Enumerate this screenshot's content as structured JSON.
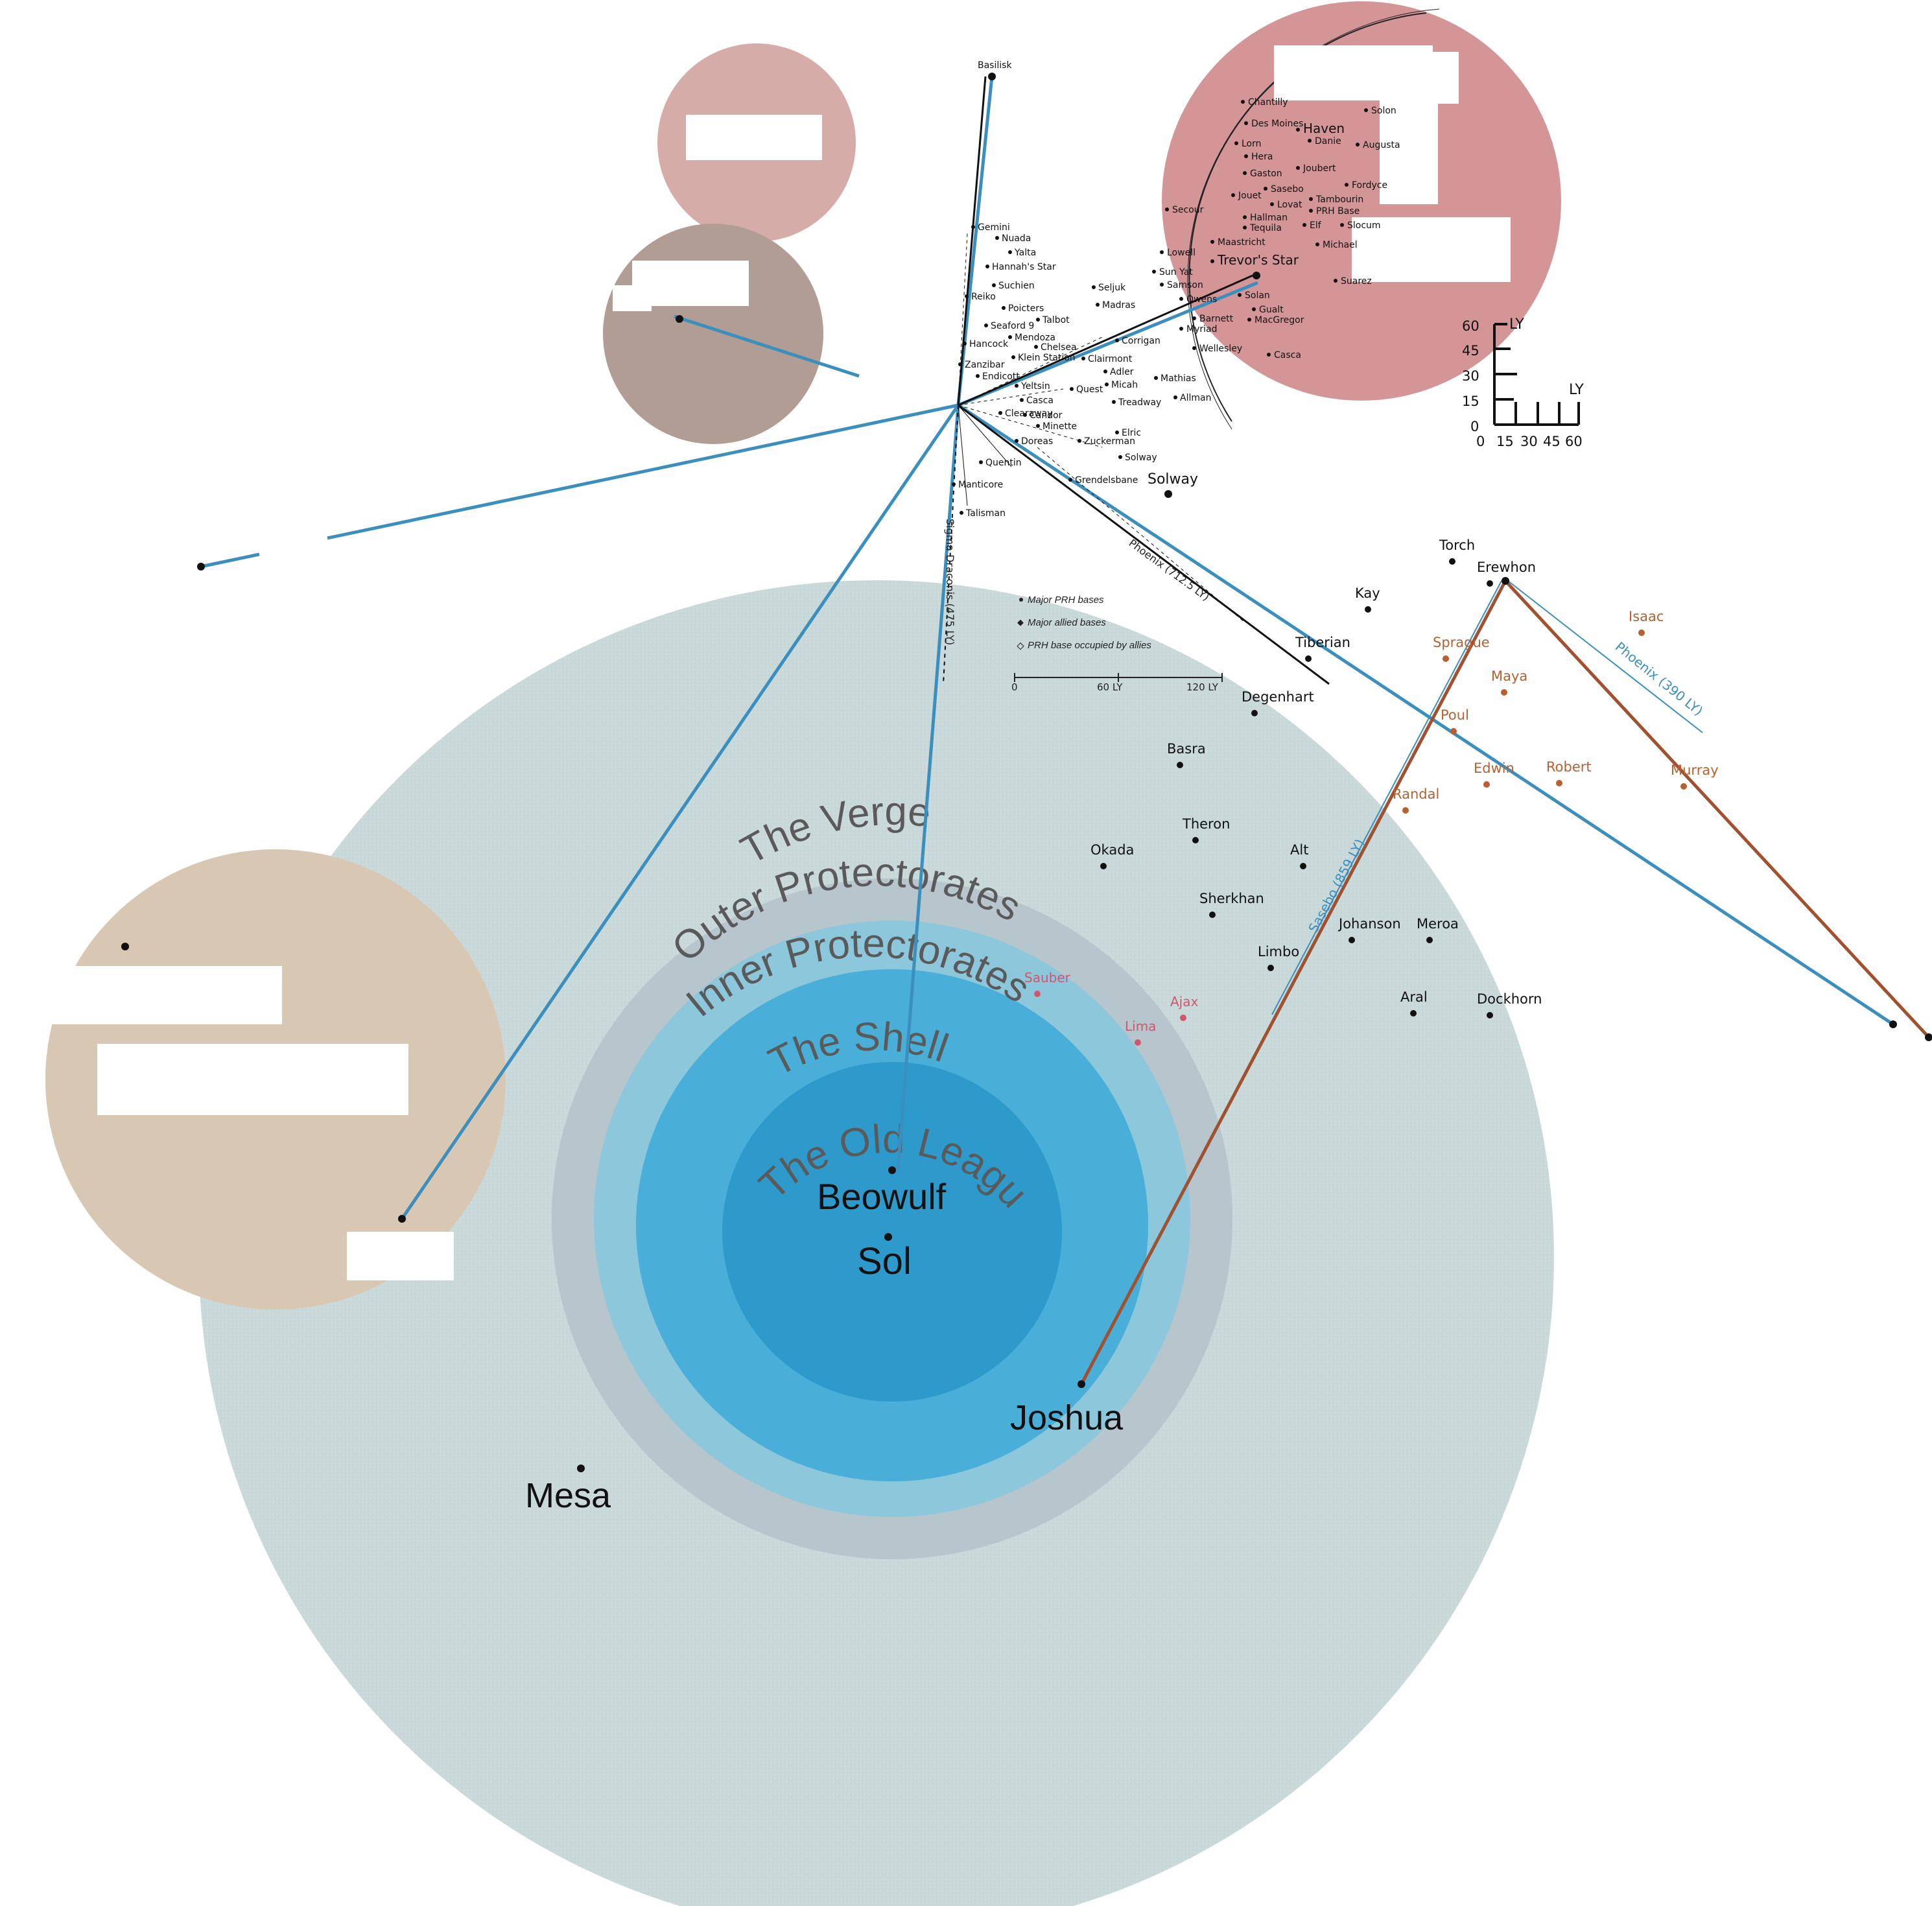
{
  "zones": {
    "verge": "The Verge",
    "outer": "Outer Protectorates",
    "inner": "Inner Protectorates",
    "shell": "The Shell",
    "old_league": "The Old League"
  },
  "major_systems": {
    "beowulf": "Beowulf",
    "sol": "Sol",
    "joshua": "Joshua",
    "mesa": "Mesa"
  },
  "routes": {
    "sigma": "Sigma Draconis (475 LY)",
    "phoenix_712": "Phoenix (712.5 LY)",
    "phoenix_390": "Phoenix (390 LY)",
    "sasebo": "Sasebo (859 LY)"
  },
  "verge_systems": [
    "Torch",
    "Erewhon",
    "Kay",
    "Tiberian",
    "Degenhart",
    "Basra",
    "Theron",
    "Okada",
    "Alt",
    "Sherkhan",
    "Johanson",
    "Meroa",
    "Limbo",
    "Aral",
    "Dockhorn"
  ],
  "orange_systems": [
    "Isaac",
    "Sprague",
    "Maya",
    "Poul",
    "Edwin",
    "Robert",
    "Murray",
    "Randal"
  ],
  "pink_systems": [
    "Ajax",
    "Lima",
    "Sauber"
  ],
  "inset_systems": {
    "basilisk": "Basilisk",
    "solway_big": "Solway",
    "list": [
      "Gemini",
      "Nuada",
      "Yalta",
      "Hannah's Star",
      "Suchien",
      "Reiko",
      "Poicters",
      "Seaford 9",
      "Talbot",
      "Mendoza",
      "Chelsea",
      "Hancock",
      "Klein Station",
      "Zanzibar",
      "Endicott",
      "Yeltsin",
      "Casca",
      "Quest",
      "Clearaway",
      "Candor",
      "Minette",
      "Elric",
      "Doreas",
      "Zuckerman",
      "Solway",
      "Quentin",
      "Grendelsbane",
      "Manticore",
      "Talisman",
      "Seljuk",
      "Madras",
      "Corrigan",
      "Clairmont",
      "Adler",
      "Micah",
      "Mathias",
      "Allman",
      "Treadway"
    ],
    "haven_list": [
      "Chantilly",
      "Solon",
      "Des Moines",
      "Haven",
      "Danie",
      "Lorn",
      "Augusta",
      "Hera",
      "Gaston",
      "Joubert",
      "Fordyce",
      "Sasebo",
      "Jouet",
      "Tambourin",
      "Secour",
      "Lovat",
      "PRH Base",
      "Hallman",
      "Tequila",
      "Elf",
      "Slocum",
      "Maastricht",
      "Lowell",
      "Michael",
      "Trevor's Star",
      "Sun Yat",
      "Samson",
      "Suarez",
      "Owens",
      "Solan",
      "Barnett",
      "Gualt",
      "MacGregor",
      "Myriad",
      "Wellesley",
      "Casca"
    ]
  },
  "legend": {
    "major_prh": "Major PRH bases",
    "major_allied": "Major allied bases",
    "occupied": "PRH base occupied by allies",
    "scale_ticks": [
      "0",
      "60 LY",
      "120 LY"
    ]
  },
  "scale_ly": {
    "unit": "LY",
    "y_ticks": [
      "60",
      "45",
      "30",
      "15",
      "0"
    ],
    "x_ticks": [
      "0",
      "15",
      "30",
      "45",
      "60"
    ]
  },
  "colors": {
    "verge": "#c9d8d8",
    "outer": "#b5c3cc",
    "inner": "#8ec9de",
    "shell": "#45add6",
    "old_league": "#2f9ccb",
    "route_blue": "#3b8fbe",
    "route_red": "#a0512f",
    "haven_circle": "#d49597",
    "pink_circle": "#d6aaa6",
    "brown_circle": "#b19d93",
    "tan_circle": "#d8c8b3"
  }
}
